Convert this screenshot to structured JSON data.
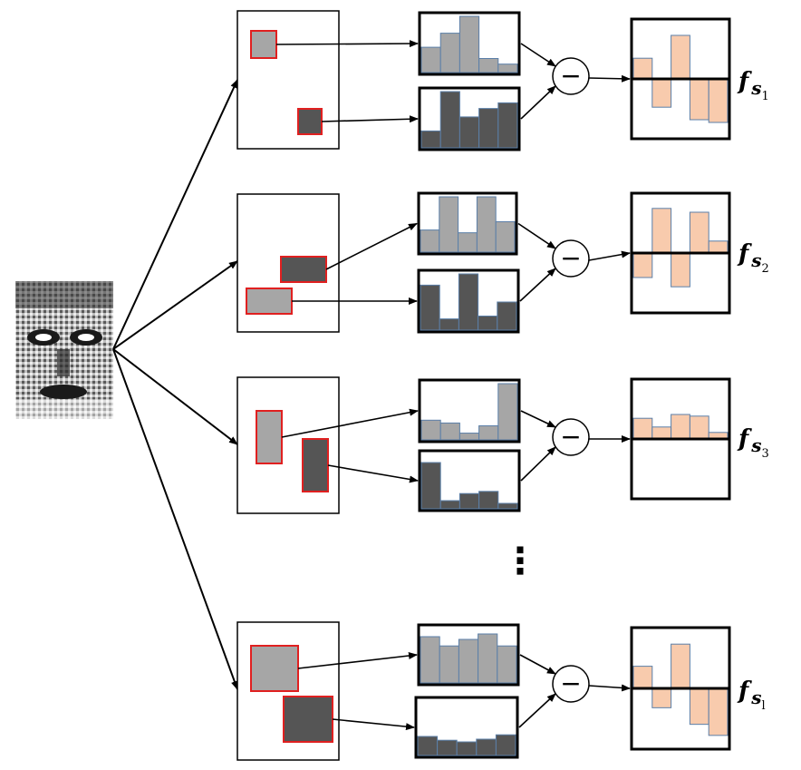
{
  "minus_symbol": "−",
  "ellipsis": "⋮",
  "feature_labels": [
    {
      "base": "f",
      "sub": "s",
      "subsub": "1"
    },
    {
      "base": "f",
      "sub": "s",
      "subsub": "2"
    },
    {
      "base": "f",
      "sub": "s",
      "subsub": "3"
    },
    {
      "base": "f",
      "sub": "s",
      "subsub": "l"
    }
  ],
  "colors": {
    "light_gray": "#a6a6a6",
    "dark_gray": "#555555",
    "peach": "#f8cbad",
    "rect_border": "#e02020",
    "bar_edge": "#5b7fa8"
  },
  "rows": [
    {
      "hist_top": [
        0.45,
        0.7,
        1.0,
        0.25,
        0.15
      ],
      "hist_bottom": [
        0.3,
        1.0,
        0.55,
        0.7,
        0.8
      ],
      "diff": [
        0.38,
        -0.52,
        0.8,
        -0.75,
        -0.8
      ]
    },
    {
      "hist_top": [
        0.4,
        1.0,
        0.35,
        1.0,
        0.55
      ],
      "hist_bottom": [
        0.8,
        0.2,
        1.0,
        0.25,
        0.5
      ],
      "diff": [
        -0.45,
        0.82,
        -0.62,
        0.75,
        0.22
      ]
    },
    {
      "hist_top": [
        0.35,
        0.3,
        0.12,
        0.25,
        1.0
      ],
      "hist_bottom": [
        0.85,
        0.15,
        0.28,
        0.32,
        0.1
      ],
      "diff": [
        0.38,
        0.22,
        0.45,
        0.42,
        0.12
      ]
    },
    {
      "hist_top": [
        0.85,
        0.68,
        0.8,
        0.9,
        0.68
      ],
      "hist_bottom": [
        0.35,
        0.28,
        0.25,
        0.3,
        0.38
      ],
      "diff": [
        0.4,
        -0.35,
        0.8,
        -0.65,
        -0.85
      ]
    }
  ]
}
